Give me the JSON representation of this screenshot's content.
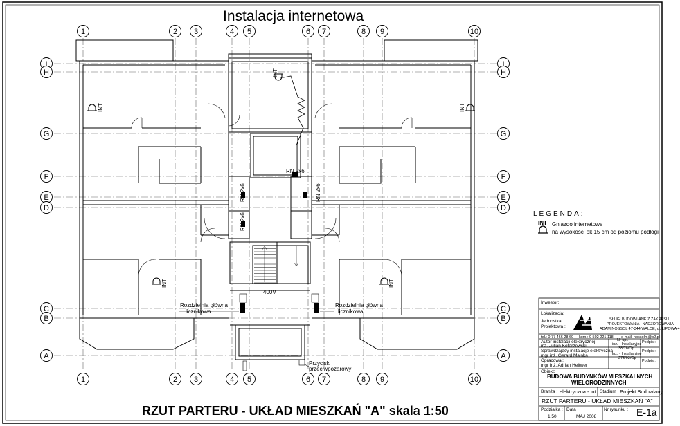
{
  "title": "Instalacja internetowa",
  "bottom_title": "RZUT PARTERU - UKŁAD MIESZKAŃ \"A\" skala 1:50",
  "axes": {
    "columns": [
      "1",
      "2",
      "3",
      "4",
      "5",
      "6",
      "7",
      "8",
      "9",
      "10"
    ],
    "rows_left": [
      "I",
      "H",
      "G",
      "F",
      "E",
      "D",
      "C",
      "B",
      "A"
    ],
    "rows_right": [
      "I",
      "H",
      "G",
      "F",
      "E",
      "D",
      "C",
      "B",
      "A"
    ]
  },
  "plan_labels": {
    "int": "INT",
    "rn": "RN 2x6",
    "volt": "400V",
    "rozdzielnia_1": "Rozdzielnia główna",
    "rozdzielnia_2": "licznikowa",
    "przycisk_1": "Przycisk",
    "przycisk_2": "przeciwpożarowy"
  },
  "legend": {
    "title": "LEGENDA:",
    "symbol": "INT",
    "line1": "Gniazdo internetowe",
    "line2": "na wysokości  ok 15 cm od poziomu podłogi"
  },
  "title_block": {
    "inwestor": "Inwestor:",
    "lokalizacja": "Lokalizacja:",
    "jednostka_1": "Jednostka",
    "jednostka_2": "Projektowa :",
    "firma_1": "USŁUGI BUDOWLANE Z ZAKRESU",
    "firma_2": "PROJEKTOWANIA I NADZOROWANIA",
    "firma_3": "ADAM NOSSOL  47-344 WALCE, ul. LIPOWA 4",
    "tel": "tel.: 0 77 466 28 60",
    "kom": "kom.: 0 502 221 118",
    "email": "e-mail: nossolm@o2.pl",
    "autor_1": "Autor instalacji elektrycznej",
    "autor_2": "inż. Julian Kotarzewski",
    "autor_upr_1": "inż. - Instalacyjne",
    "autor_upr_2": "38/78/Op",
    "spr_1": "Sprawdzający instalacje elektryczną",
    "spr_2": "mgr inż. Gerard Mainka",
    "spr_upr_1": "inż. - Instalacyjne",
    "spr_upr_2": "275/92/Op",
    "opr_1": "Opracował:",
    "opr_2": "mgr inż. Adrian Heltwer",
    "podpis": "Podpis :",
    "upr": "Nr upr.:",
    "obiekt": "Obiekt:",
    "obiekt_1": "BUDOWA BUDYNKÓW MIESZKALNYCH",
    "obiekt_2": "WIELORODZINNYCH",
    "branza_l": "Branża :",
    "branza": "elektryczna - int.",
    "stadium_l": "Stadium :",
    "stadium": "Projekt Budowlany",
    "rzut": "RZUT PARTERU - UKŁAD MIESZKAŃ \"A\"",
    "podzialka_l": "Podziałka :",
    "podzialka": "1:50",
    "data_l": "Data :",
    "data": "MAJ 2008",
    "nr_l": "Nr rysunku :",
    "nr": "E-1a"
  }
}
